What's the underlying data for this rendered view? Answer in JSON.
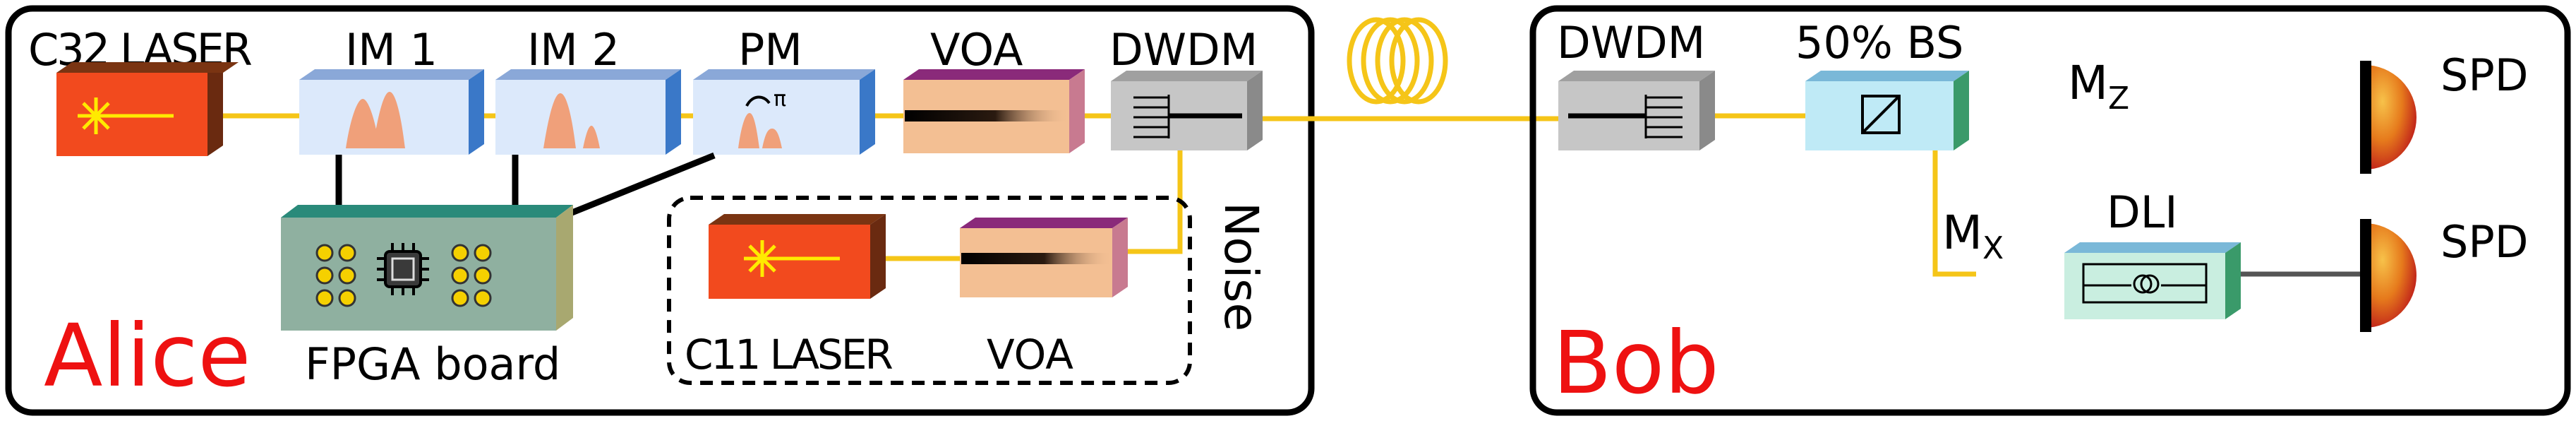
{
  "alice": {
    "label": "Alice",
    "laser_label": "C32 LASER",
    "im1_label": "IM 1",
    "im2_label": "IM 2",
    "pm_label": "PM",
    "pm_symbol": "π",
    "voa_label": "VOA",
    "dwdm_label": "DWDM",
    "fpga_label": "FPGA board",
    "noise": {
      "label": "Noise",
      "laser_label": "C11 LASER",
      "voa_label": "VOA"
    }
  },
  "bob": {
    "label": "Bob",
    "dwdm_label": "DWDM",
    "bs_label": "50% BS",
    "mz_label": "M",
    "mz_sub": "Z",
    "mx_label": "M",
    "mx_sub": "X",
    "dli_label": "DLI",
    "spd1_label": "SPD",
    "spd2_label": "SPD"
  },
  "colors": {
    "accent_red": "#ee1111",
    "fiber": "#f5c518",
    "laser": "#f24a1e",
    "modulator": "#dce9fb",
    "voa": "#f3bf93",
    "dwdm": "#c6c6c6",
    "fpga": "#8fb0a0",
    "bs": "#bfeaf6",
    "dli": "#c9eee0"
  }
}
